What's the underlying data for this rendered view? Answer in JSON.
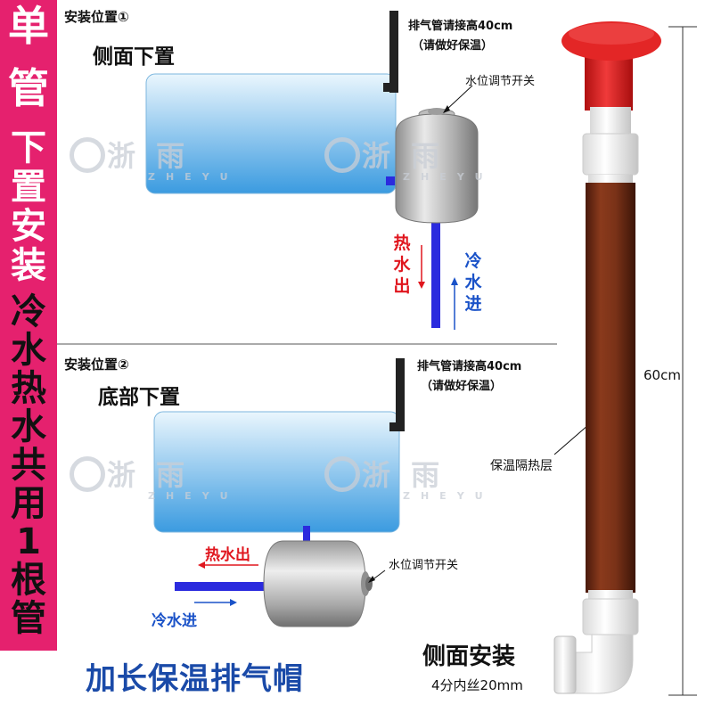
{
  "banner": {
    "title_chars": [
      "单",
      "管"
    ],
    "subtitle_chars": [
      "下",
      "置",
      "安",
      "装"
    ],
    "usage_chars": [
      "冷",
      "水",
      "热",
      "水",
      "共",
      "用",
      "1",
      "根",
      "管"
    ]
  },
  "watermark": {
    "cn": "浙 雨",
    "en": "ZHEYU"
  },
  "section1": {
    "position_label": "安装位置①",
    "mode_label": "侧面下置",
    "vent_note_line1": "排气管请接高40cm",
    "vent_note_line2": "（请做好保温）",
    "switch_label": "水位调节开关",
    "hot_out": "热水出",
    "cold_in": "冷水进"
  },
  "section2": {
    "position_label": "安装位置②",
    "mode_label": "底部下置",
    "vent_note_line1": "排气管请接高40cm",
    "vent_note_line2": "（请做好保温）",
    "switch_label": "水位调节开关",
    "hot_out": "热水出",
    "cold_in": "冷水进"
  },
  "bottom_title": "加长保温排气帽",
  "product": {
    "length_label": "60cm",
    "insulation_label": "保温隔热层",
    "side_install": "侧面安装",
    "thread_spec": "4分内丝20mm"
  },
  "colors": {
    "banner": "#e5216e",
    "tank_top": "#e3f3fc",
    "tank_bottom": "#3f9fe0",
    "hot_red": "#e0161e",
    "cold_blue": "#1a52c8",
    "pipe_blue": "#2b2bde",
    "cap_red": "#e02020",
    "pipe_brown": "#7a3218"
  }
}
